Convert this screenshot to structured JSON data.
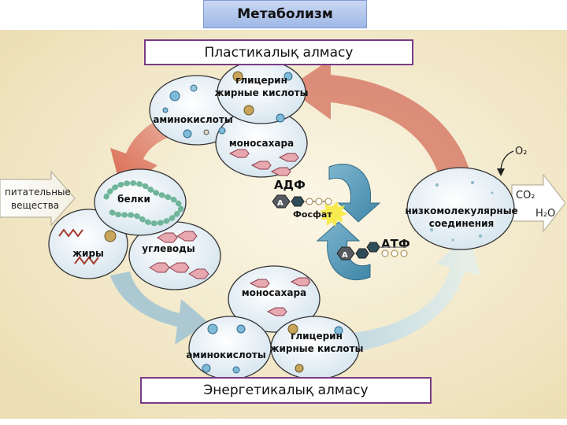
{
  "header": {
    "title": "Метаболизм"
  },
  "labels": {
    "anabolism": "Пластикалық алмасу",
    "catabolism": "Энергетикалық алмасу"
  },
  "diagram": {
    "input_arrow_line1": "питательные",
    "input_arrow_line2": "вещества",
    "top_cells": {
      "glycerol_line1": "глицерин",
      "glycerol_line2": "жирные кислоты",
      "amino": "аминокислоты",
      "mono": "моносахара"
    },
    "left_cells": {
      "proteins": "белки",
      "fats": "жиры",
      "carbs": "углеводы"
    },
    "bottom_cells": {
      "mono": "моносахара",
      "amino": "аминокислоты",
      "glycerol_line1": "глицерин",
      "glycerol_line2": "жирные кислоты"
    },
    "right_cell_line1": "низкомолекулярные",
    "right_cell_line2": "соединения",
    "o2": "O₂",
    "co2": "CO₂",
    "h2o": "H₂O",
    "adp": "АДФ",
    "atp": "АТФ",
    "phosphate": "Фосфат",
    "a_letter": "A"
  },
  "colors": {
    "background": "#f2e8c8",
    "red_arrow": "#d96a55",
    "blue_arrow": "#8fb8cc",
    "frame": "#7a3a86"
  }
}
